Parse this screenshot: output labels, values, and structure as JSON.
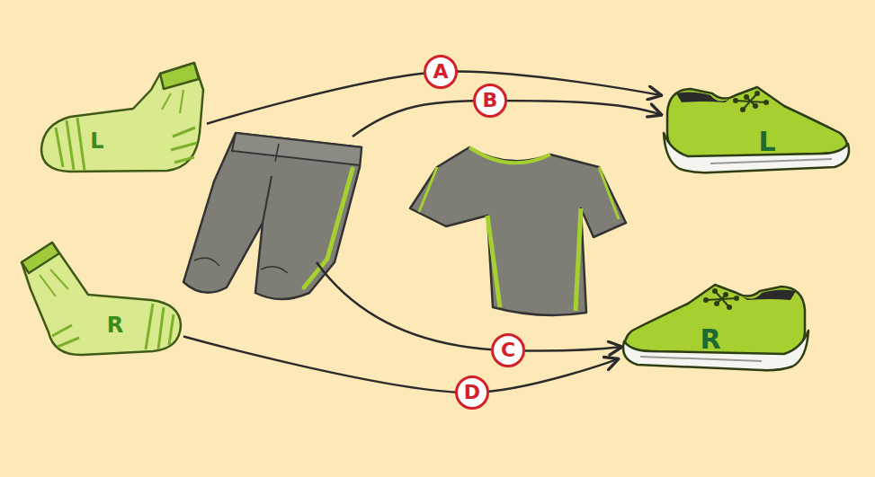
{
  "diagram": {
    "nodes": [
      {
        "text": [
          "L"
        ]
      },
      {
        "text": [
          "L"
        ]
      },
      {
        "text": [
          "R"
        ]
      },
      {
        "text": [
          "R"
        ]
      }
    ],
    "edges": [
      {
        "from": 0,
        "to": 1,
        "arrow": "to",
        "label": "A"
      },
      {
        "from": 2,
        "to": 3,
        "arrow": "to",
        "label": "D"
      }
    ],
    "labels": [
      "B",
      "C"
    ]
  }
}
